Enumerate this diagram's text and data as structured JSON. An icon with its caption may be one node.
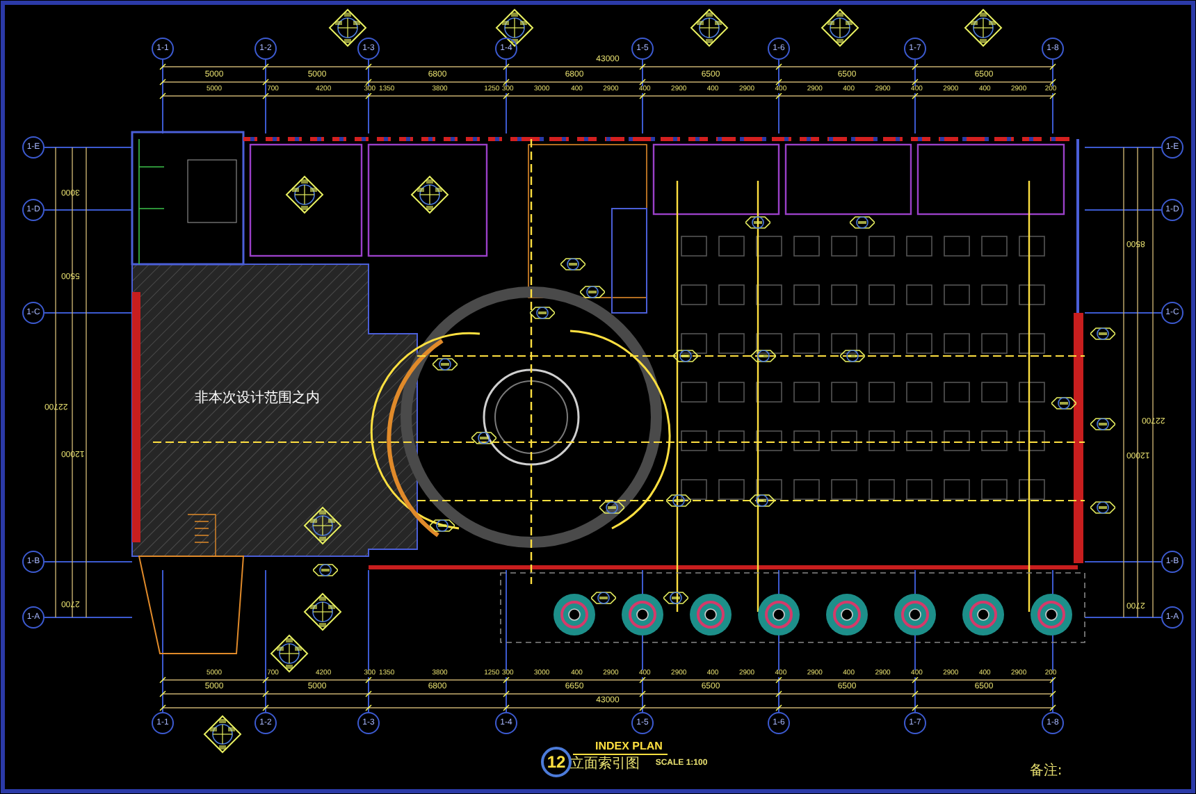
{
  "diagram": {
    "title": "INDEX PLAN",
    "nodes": [
      {
        "text": [
          "1-1"
        ]
      },
      {
        "text": [
          "1-2"
        ]
      },
      {
        "text": [
          "1-3"
        ]
      },
      {
        "text": [
          "1-4"
        ]
      },
      {
        "text": [
          "1-5"
        ]
      },
      {
        "text": [
          "1-6"
        ]
      },
      {
        "text": [
          "1-7"
        ]
      },
      {
        "text": [
          "1-8"
        ]
      },
      {
        "text": [
          "1-E"
        ]
      },
      {
        "text": [
          "1-E"
        ]
      },
      {
        "text": [
          "1-D"
        ]
      },
      {
        "text": [
          "1-D"
        ]
      },
      {
        "text": [
          "1-C"
        ]
      },
      {
        "text": [
          "1-C"
        ]
      },
      {
        "text": [
          "1-B"
        ]
      },
      {
        "text": [
          "1-B"
        ]
      },
      {
        "text": [
          "1-A"
        ]
      },
      {
        "text": [
          "1-A"
        ]
      },
      {
        "text": [
          "1-1"
        ]
      },
      {
        "text": [
          "1-2"
        ]
      },
      {
        "text": [
          "1-3"
        ]
      },
      {
        "text": [
          "1-4"
        ]
      },
      {
        "text": [
          "1-5"
        ]
      },
      {
        "text": [
          "1-6"
        ]
      },
      {
        "text": [
          "1-7"
        ]
      },
      {
        "text": [
          "1-8"
        ]
      },
      {
        "text": [
          "12"
        ]
      }
    ],
    "edges": [],
    "labels": [
      "43000",
      "5000",
      "5000",
      "6800",
      "6800",
      "6500",
      "6500",
      "6500",
      "5000",
      "700",
      "4200",
      "300",
      "1350",
      "3800",
      "1250",
      "300",
      "3000",
      "400",
      "2900",
      "400",
      "2900",
      "400",
      "2900",
      "400",
      "2900",
      "400",
      "2900",
      "400",
      "2900",
      "400",
      "2900",
      "200",
      "3000",
      "5500",
      "12000",
      "2700",
      "22700",
      "8500",
      "12000",
      "2700",
      "22700",
      "非本次设计范围之内",
      "5000",
      "700",
      "4200",
      "300",
      "1350",
      "3800",
      "1250",
      "300",
      "3000",
      "400",
      "2900",
      "400",
      "2900",
      "400",
      "2900",
      "400",
      "2900",
      "400",
      "2900",
      "400",
      "2900",
      "400",
      "2900",
      "200",
      "5000",
      "5000",
      "6800",
      "6650",
      "6500",
      "6500",
      "6500",
      "43000",
      "立面索引图",
      "SCALE 1:100",
      "备注:"
    ]
  }
}
